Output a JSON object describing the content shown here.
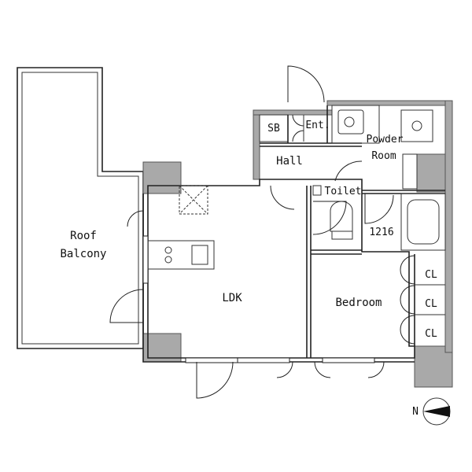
{
  "plan": {
    "rooms": {
      "roof_balcony_line1": "Roof",
      "roof_balcony_line2": "Balcony",
      "ldk": "LDK",
      "bedroom": "Bedroom",
      "hall": "Hall",
      "sb": "SB",
      "entrance": "Ent.",
      "powder_room_line1": "Powder",
      "powder_room_line2": "Room",
      "toilet": "Toilet",
      "bath_size": "1216",
      "closet_1": "CL",
      "closet_2": "CL",
      "closet_3": "CL"
    },
    "compass": {
      "north_symbol": "N"
    },
    "colors": {
      "wall_fill": "#a9a9a9",
      "line": "#222222",
      "background": "#ffffff"
    }
  }
}
